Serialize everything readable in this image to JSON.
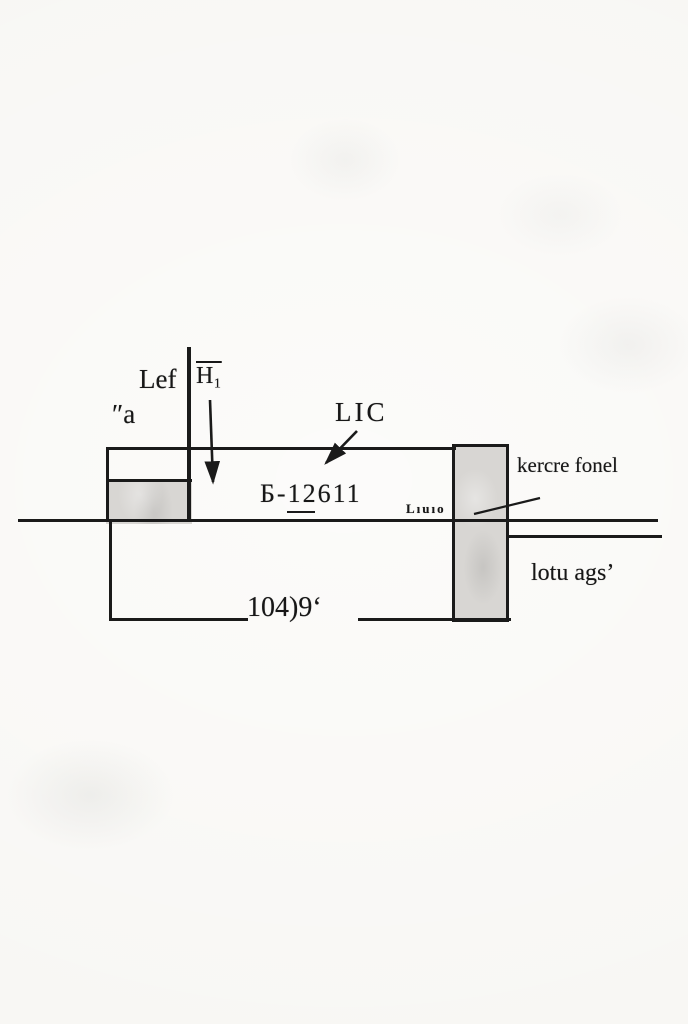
{
  "colors": {
    "paper": "#f8f7f4",
    "ink": "#1b1b1b",
    "shading": "#d8d6d3"
  },
  "diagram": {
    "labels": {
      "lef": "Lef",
      "height": "H₁",
      "a_mark": "″a",
      "lic": "LIC",
      "model_number": "Б-12611",
      "small_note": "Lıuıo",
      "right_note_upper": "kercre fonel",
      "right_note_lower": "lotu agsʼ",
      "bottom_dimension": "104)9ʻ"
    }
  }
}
